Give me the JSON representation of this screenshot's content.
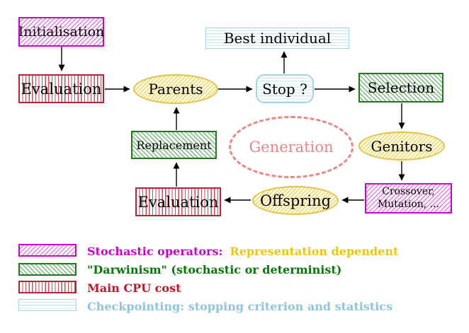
{
  "diagram": {
    "nodes": {
      "initialisation": {
        "label": "Initialisation"
      },
      "evaluation_top": {
        "label": "Evaluation"
      },
      "parents": {
        "label": "Parents"
      },
      "best_individual": {
        "label": "Best individual"
      },
      "stop": {
        "label": "Stop ?"
      },
      "selection": {
        "label": "Selection"
      },
      "replacement": {
        "label": "Replacement"
      },
      "generation": {
        "label": "Generation"
      },
      "genitors": {
        "label": "Genitors"
      },
      "evaluation_bottom": {
        "label": "Evaluation"
      },
      "offspring": {
        "label": "Offspring"
      },
      "crossover": {
        "lines": [
          "Crossover,",
          "Mutation, ..."
        ]
      }
    },
    "colors": {
      "stochastic_magenta": "#cc00cc",
      "representation_gold": "#f2c40e",
      "darwinism_green": "#1f7a1f",
      "cpu_red": "#b02838",
      "checkpoint_cyan": "#a5d2e4",
      "generation_salmon": "#ed8585",
      "node_text": "#000000",
      "background": "#ffffff"
    }
  },
  "legend": {
    "items": [
      {
        "parts": [
          {
            "text": "Stochastic operators:",
            "color": "#cc00cc"
          },
          {
            "text": "Representation dependent",
            "color": "#f2c40e"
          }
        ]
      },
      {
        "parts": [
          {
            "text": "\"Darwinism\" (stochastic or determinist)",
            "color": "#067806"
          }
        ]
      },
      {
        "parts": [
          {
            "text": "Main CPU cost",
            "color": "#cc1126"
          }
        ]
      },
      {
        "parts": [
          {
            "text": "Checkpointing: stopping criterion and statistics",
            "color": "#8fc4df"
          }
        ]
      }
    ]
  }
}
